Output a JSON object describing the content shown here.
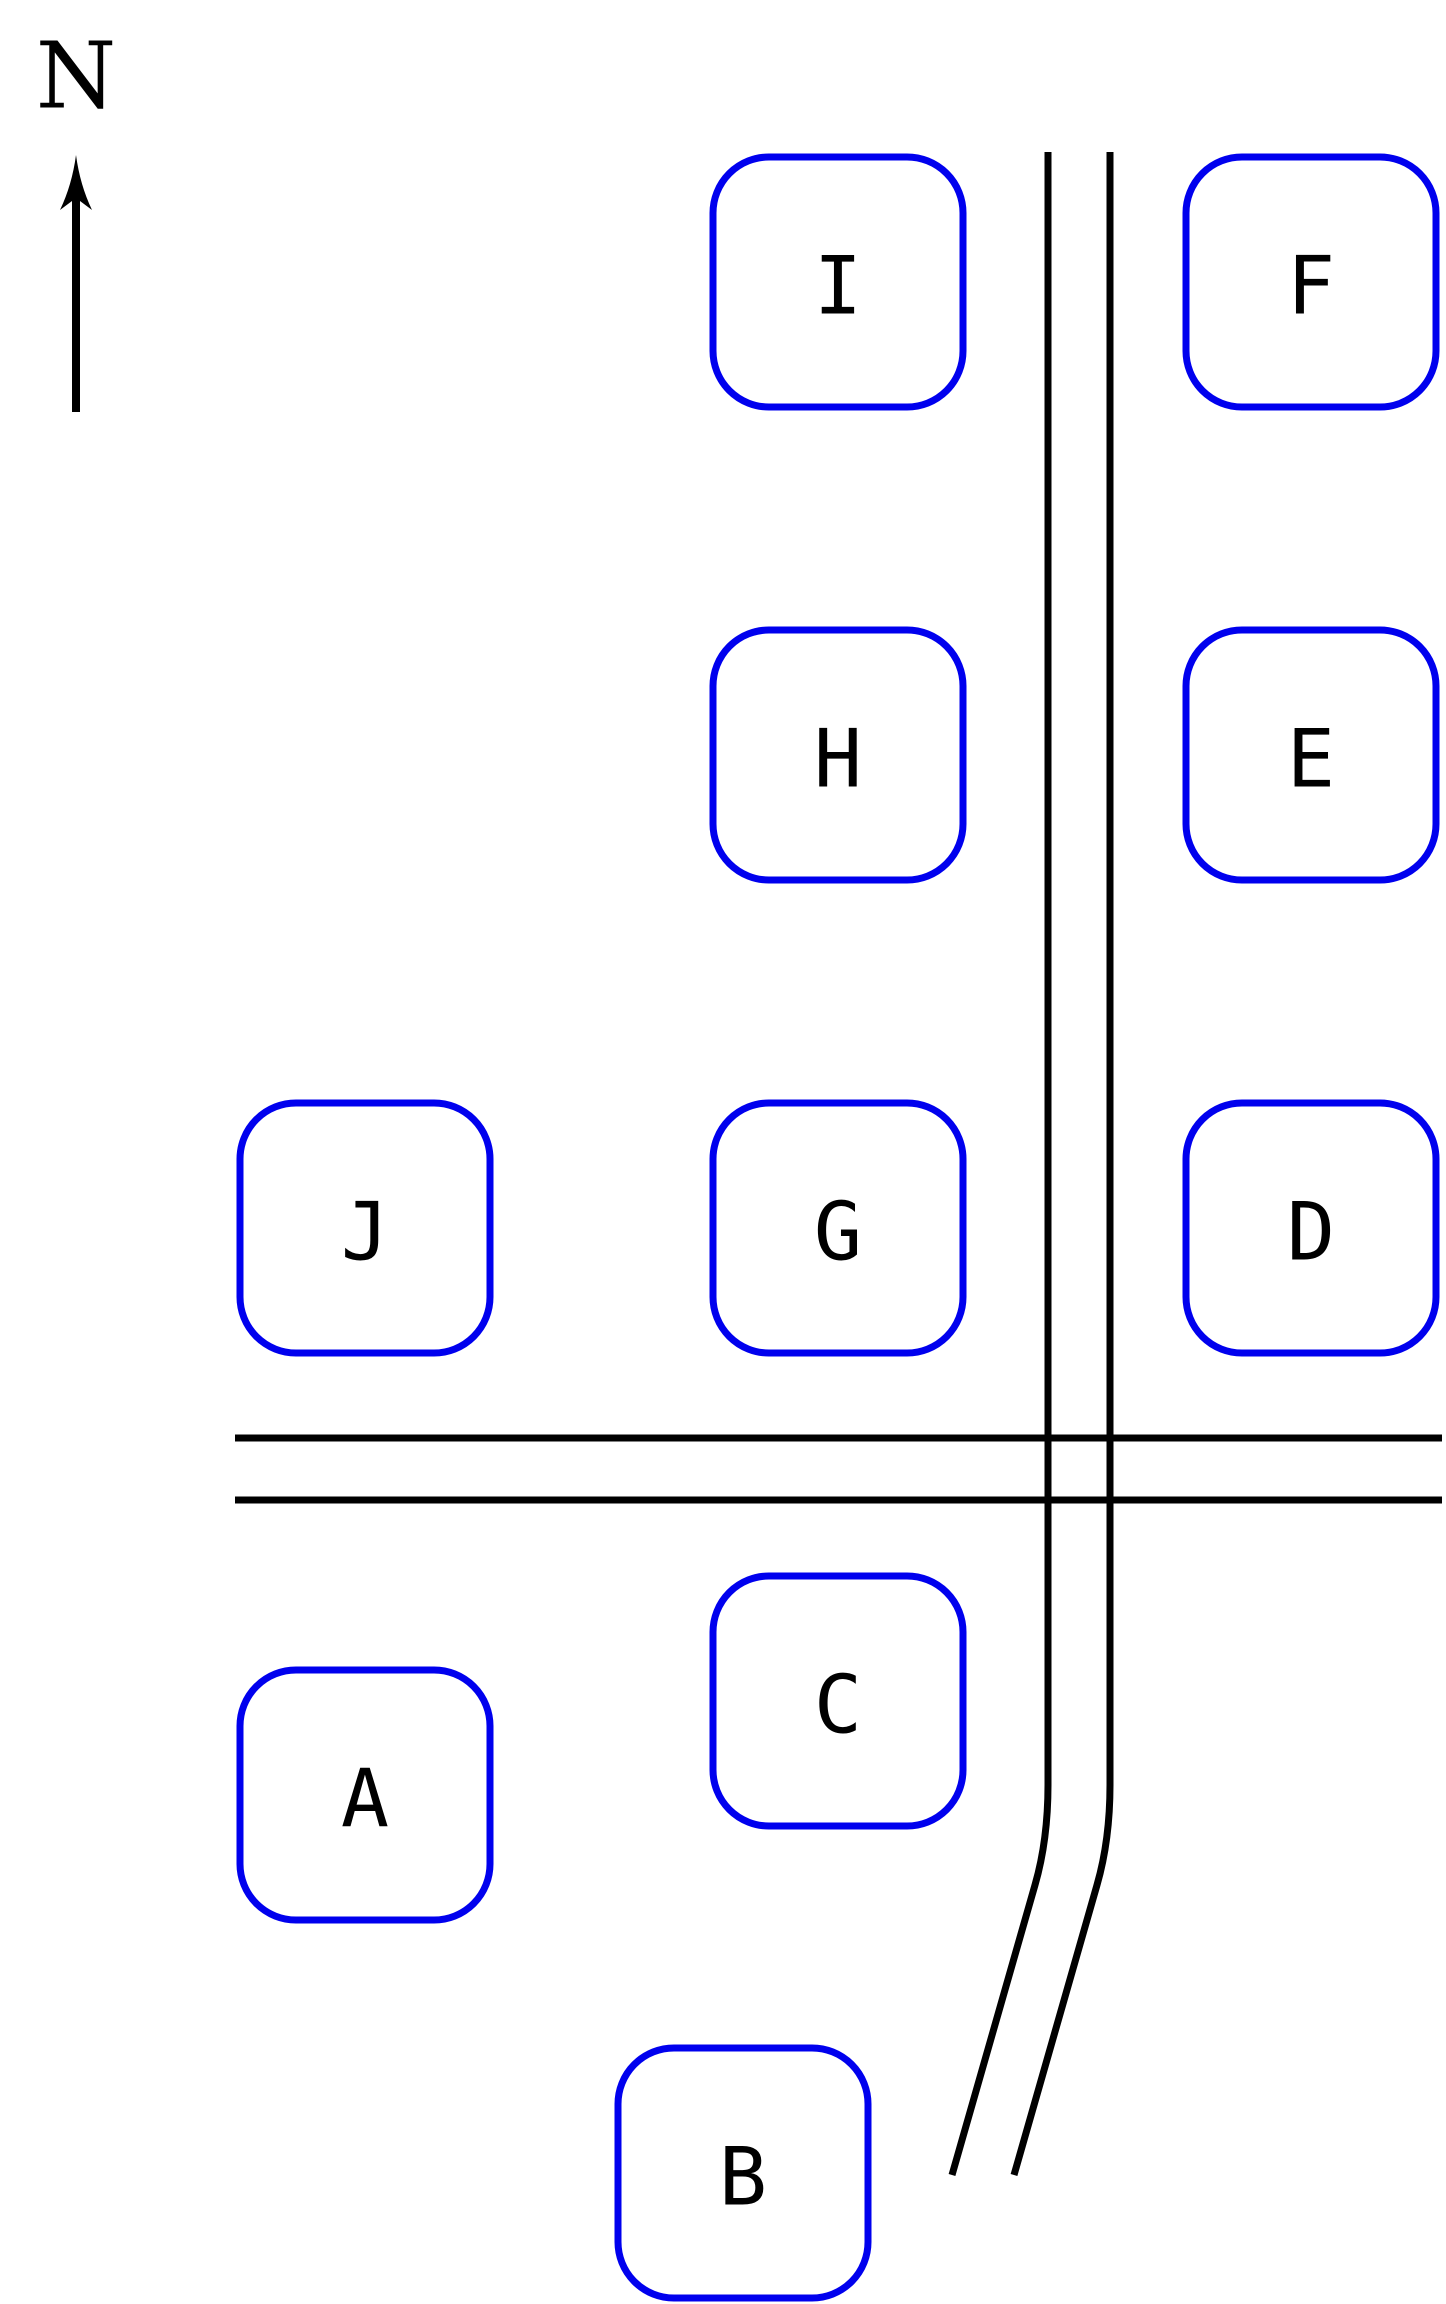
{
  "compass": {
    "label": "N",
    "icon": "north-arrow-icon"
  },
  "blocks": [
    {
      "label": "I"
    },
    {
      "label": "F"
    },
    {
      "label": "H"
    },
    {
      "label": "E"
    },
    {
      "label": "J"
    },
    {
      "label": "G"
    },
    {
      "label": "D"
    },
    {
      "label": "C"
    },
    {
      "label": "A"
    },
    {
      "label": "B"
    }
  ],
  "colors": {
    "block_outline": "#0000ee",
    "road": "#000000",
    "label_text": "#000000",
    "background": "#ffffff"
  }
}
